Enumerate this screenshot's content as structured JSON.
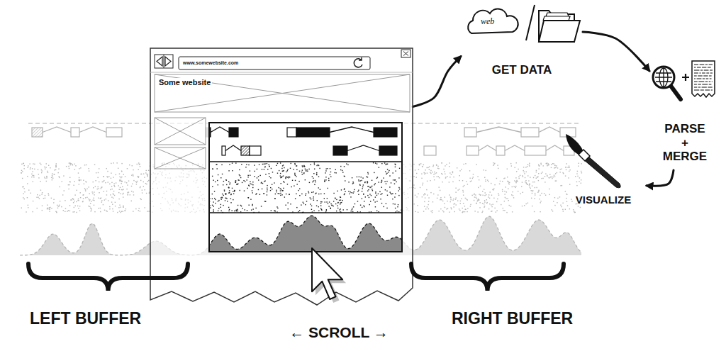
{
  "diagram": {
    "nodes": [
      {
        "text": [
          "www.somewebsite.com",
          "Some website"
        ]
      },
      {
        "text": [
          "web",
          "GET DATA"
        ]
      },
      {
        "text": [
          "PARSE + MERGE"
        ]
      },
      {
        "text": [
          "VISUALIZE"
        ]
      }
    ],
    "edges": [
      {
        "from": 0,
        "to": 1,
        "arrow": "to"
      },
      {
        "from": 1,
        "to": 2,
        "arrow": "to"
      },
      {
        "from": 2,
        "to": 3,
        "arrow": "to"
      }
    ],
    "labels": [
      "LEFT BUFFER",
      "← SCROLL →",
      "RIGHT BUFFER"
    ]
  }
}
